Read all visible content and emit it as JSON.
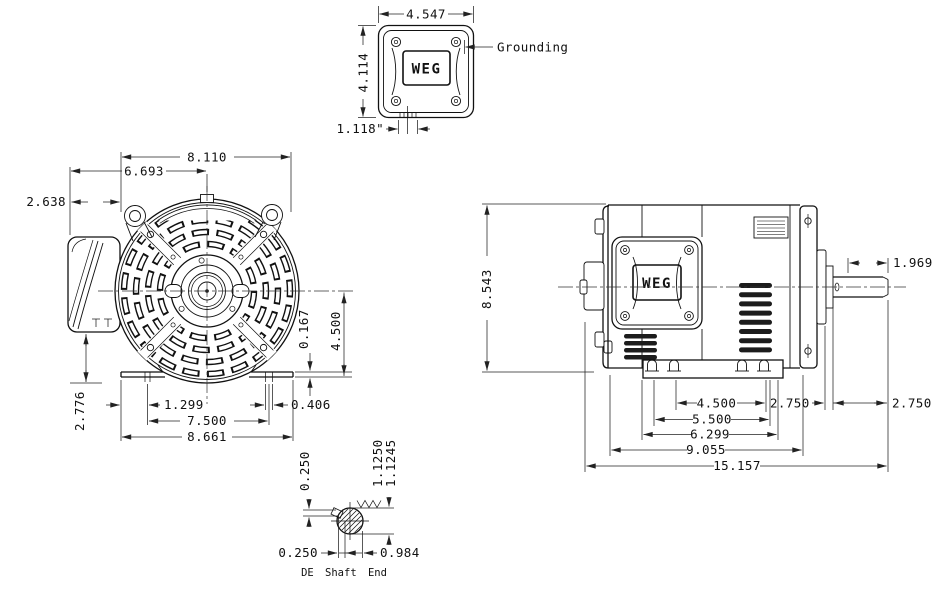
{
  "logo_text": "WEG",
  "top_view": {
    "width": "4.547",
    "height": "4.114",
    "conduit_spacing": "1.118\"",
    "grounding_label": "Grounding"
  },
  "front_view": {
    "overall_width": "8.110",
    "box_to_center": "6.693",
    "box_depth": "2.638",
    "box_bottom_to_base": "2.776",
    "foot_slot_offset": "1.299",
    "foot_slot_span": "7.500",
    "base_width": "8.661",
    "slot_width": "0.406",
    "foot_thickness": "0.167",
    "shaft_height": "4.500"
  },
  "side_view": {
    "overall_height": "8.543",
    "shaft_usable_length": "1.969",
    "foot_slot_spacing": "4.500",
    "foot_spacing_outer": "5.500",
    "base_length": "6.299",
    "body_length": "9.055",
    "overall_length": "15.157",
    "foot_to_shoulder": "2.750",
    "shaft_overhang": "2.750"
  },
  "shaft_detail": {
    "keyway_depth": "0.250",
    "shaft_dia_max": "1.1250",
    "shaft_dia_min": "1.1245",
    "keyway_width": "0.250",
    "flat_to_od": "0.984",
    "caption": "DE Shaft End"
  }
}
